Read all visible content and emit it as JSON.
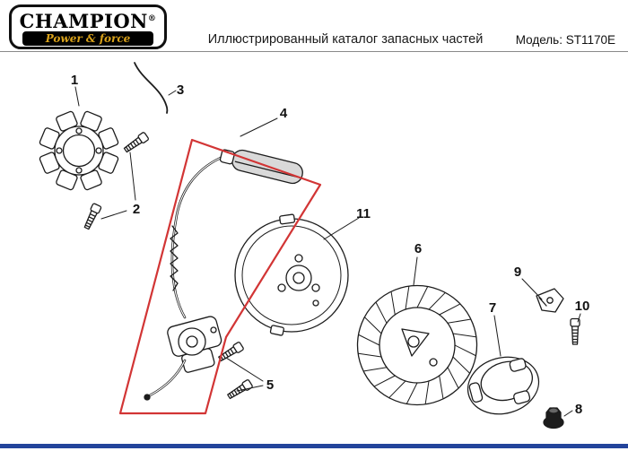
{
  "header": {
    "logo": {
      "brand": "CHAMPION",
      "registered": "®",
      "tagline": "Power & force"
    },
    "title": "Иллюстрированный каталог запасных частей",
    "model_label": "Модель: ST1170E"
  },
  "diagram": {
    "highlight_color": "#d23535",
    "line_color": "#1c1c1c",
    "callouts": [
      {
        "label": "1"
      },
      {
        "label": "2"
      },
      {
        "label": "3"
      },
      {
        "label": "4"
      },
      {
        "label": "5"
      },
      {
        "label": "6"
      },
      {
        "label": "7"
      },
      {
        "label": "8"
      },
      {
        "label": "9"
      },
      {
        "label": "10"
      },
      {
        "label": "11"
      }
    ]
  },
  "footer": {
    "bar_color": "#23449b"
  },
  "brand_colors": {
    "logo_gold": "#d9a21b",
    "logo_black": "#000000"
  }
}
